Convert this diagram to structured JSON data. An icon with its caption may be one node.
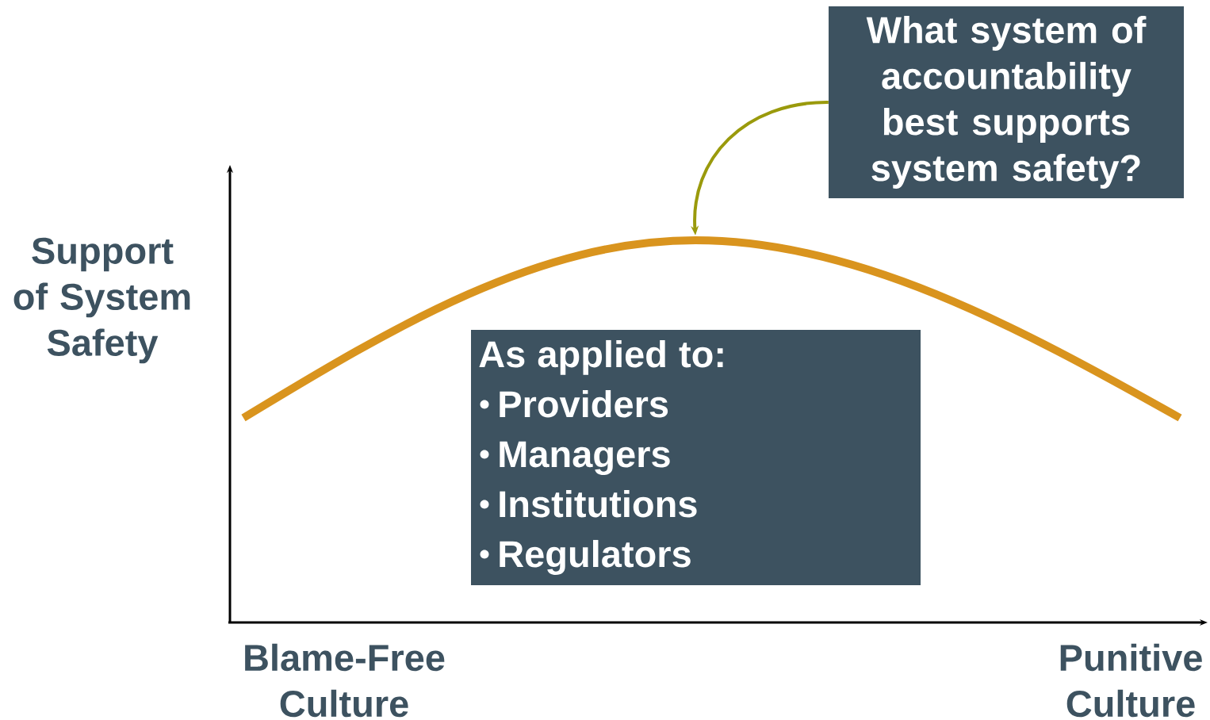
{
  "diagram": {
    "nodes": [
      {
        "text": [
          "What system of accountability best supports system safety?"
        ]
      },
      {
        "text": [],
        "shape": "curve"
      },
      {
        "text": [
          "As applied to:",
          "Providers",
          "Managers",
          "Institutions",
          "Regulators"
        ]
      }
    ],
    "edges": [
      {
        "from": 0,
        "to": 1,
        "arrow": "to",
        "color": "#9a9a0c"
      }
    ],
    "labels": [
      "Support of System Safety",
      "Blame-Free Culture",
      "Punitive Culture"
    ]
  }
}
